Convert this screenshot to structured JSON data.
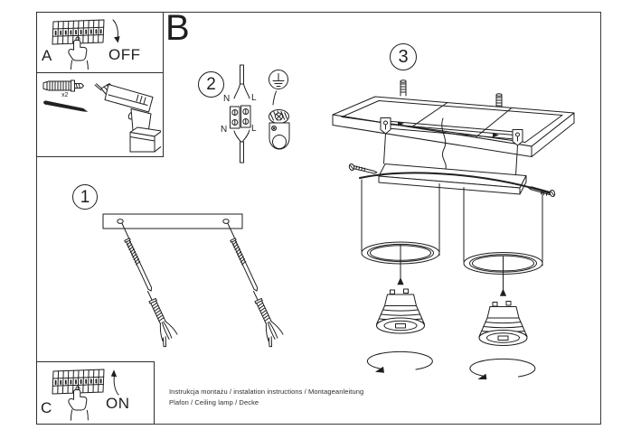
{
  "document": {
    "section_label": "B",
    "footer_line1": "Instrukcja montażu / instalation instructions / Montageanleitung",
    "footer_line2": "Plafon / Ceiling lamp / Decke"
  },
  "panel_a": {
    "label": "A",
    "switch_state": "OFF"
  },
  "panel_c": {
    "label": "C",
    "switch_state": "ON"
  },
  "tools": {
    "anchor_quantity": "x2"
  },
  "steps": {
    "step1": {
      "number": "1"
    },
    "step2": {
      "number": "2",
      "wire_labels": {
        "top_neutral": "N",
        "top_live": "L",
        "bottom_neutral": "N",
        "bottom_live": "L"
      }
    },
    "step3": {
      "number": "3"
    }
  },
  "colors": {
    "line": "#1f1f1f",
    "frame_border": "#3a3a3a",
    "background": "#ffffff"
  }
}
